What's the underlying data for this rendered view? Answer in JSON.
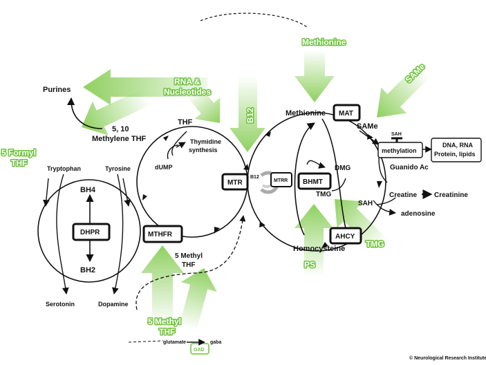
{
  "colors": {
    "green": "#8fd060",
    "green_dark": "#6cc23a",
    "line": "#111111",
    "gray": "#aaaaaa"
  },
  "labels": {
    "purines": "Purines",
    "methylene_1": "5, 10",
    "methylene_2": "Methylene THF",
    "thf": "THF",
    "thymidine_1": "Thymidine",
    "thymidine_2": "synthesis",
    "dump": "dUMP",
    "tryptophan": "Tryptophan",
    "tyrosine": "Tyrosine",
    "bh4": "BH4",
    "bh2": "BH2",
    "serotonin": "Serotonin",
    "dopamine": "Dopamine",
    "methyl_thf_1": "5 Methyl",
    "methyl_thf_2": "THF",
    "b12_small": "B12",
    "methionine": "Methionine",
    "same": "SAMe",
    "sah_small": "SAH",
    "dmg": "DMG",
    "tmg": "TMG",
    "guanido": "Guanido Ac",
    "creatine": "Creatine",
    "creatinine": "Creatinine",
    "sah": "SAH",
    "adenosine": "adenosine",
    "homocysteine": "Homocysteine",
    "glutamate": "glutamate",
    "gaba": "gaba",
    "copyright": "© Neurological Research Institute"
  },
  "enzymes": {
    "dhpr": "DHPR",
    "mthfr": "MTHFR",
    "mtr": "MTR",
    "mtrr": "MTRR",
    "mat": "MAT",
    "bhmt": "BHMT",
    "ahcy": "AHCY",
    "gad": "GAD"
  },
  "boxes": {
    "methylation": "methylation",
    "dna_1": "DNA, RNA",
    "dna_2": "Protein, lipids"
  },
  "supplements": {
    "methionine": "Methionine",
    "same": "SAMe",
    "rna_1": "RNA &",
    "rna_2": "Nucleotides",
    "b12": "B12",
    "formyl_1": "5 Formyl",
    "formyl_2": "THF",
    "tmg": "TMG",
    "ps": "PS",
    "methyl_thf_1": "5 Methyl",
    "methyl_thf_2": "THF"
  }
}
